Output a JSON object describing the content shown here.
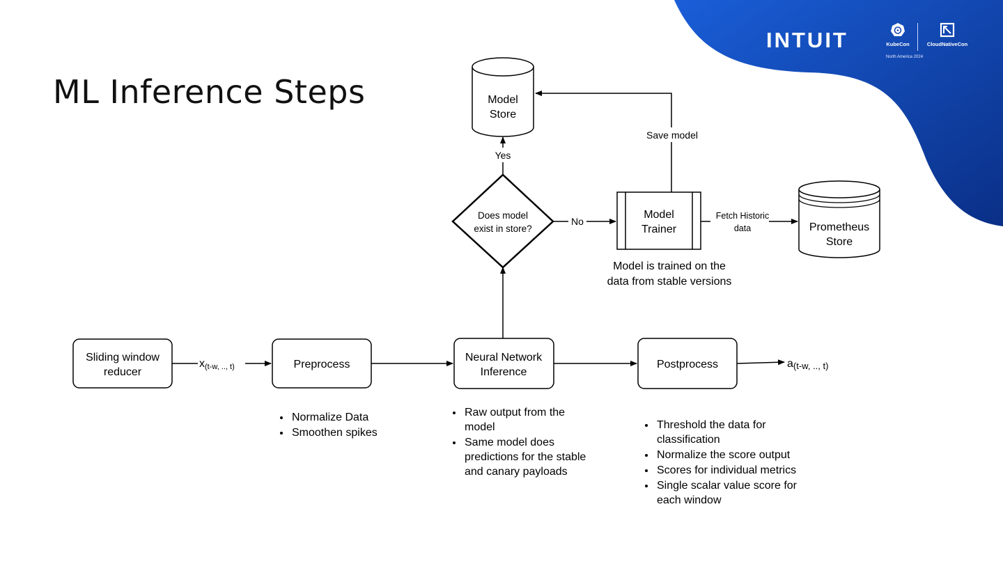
{
  "slide": {
    "title": "ML Inference Steps"
  },
  "branding": {
    "company": "INTUIT",
    "event_left": "KubeCon",
    "event_right": "CloudNativeCon",
    "event_region": "North America 2024",
    "accent_color": "#0e3fa8"
  },
  "diagram": {
    "nodes": {
      "sliding_window": [
        "Sliding window",
        "reducer"
      ],
      "preprocess": [
        "Preprocess"
      ],
      "inference": [
        "Neural Network",
        "Inference"
      ],
      "postprocess": [
        "Postprocess"
      ],
      "decision": [
        "Does model",
        "exist in store?"
      ],
      "trainer": [
        "Model",
        "Trainer"
      ],
      "model_store": [
        "Model",
        "Store"
      ],
      "prometheus": [
        "Prometheus",
        "Store"
      ]
    },
    "edge_labels": {
      "input_symbol": "x",
      "input_subscript": "(t-w, .., t)",
      "output_symbol": "a",
      "output_subscript": "(t-w, .., t)",
      "yes": "Yes",
      "no": "No",
      "save_model": "Save model",
      "fetch_historic": [
        "Fetch Historic",
        "data"
      ]
    },
    "notes": {
      "trainer_note": [
        "Model is trained on the",
        "data from stable versions"
      ]
    }
  },
  "bullets": {
    "preprocess": [
      "Normalize Data",
      "Smoothen spikes"
    ],
    "inference": [
      "Raw output from the model",
      "Same model does predictions for the stable and canary payloads"
    ],
    "postprocess": [
      "Threshold the data for classification",
      "Normalize the score output",
      "Scores for individual metrics",
      "Single scalar value score for each window"
    ]
  }
}
